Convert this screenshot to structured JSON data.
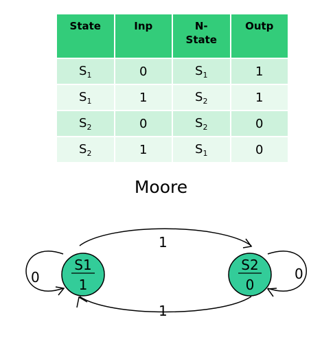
{
  "table": {
    "headers": [
      "State",
      "Inp",
      "N-\nState",
      "Outp"
    ],
    "rows": [
      {
        "state": "S",
        "state_sub": "1",
        "inp": "0",
        "next": "S",
        "next_sub": "1",
        "out": "1"
      },
      {
        "state": "S",
        "state_sub": "1",
        "inp": "1",
        "next": "S",
        "next_sub": "2",
        "out": "1"
      },
      {
        "state": "S",
        "state_sub": "2",
        "inp": "0",
        "next": "S",
        "next_sub": "2",
        "out": "0"
      },
      {
        "state": "S",
        "state_sub": "2",
        "inp": "1",
        "next": "S",
        "next_sub": "1",
        "out": "0"
      }
    ]
  },
  "diagram": {
    "title": "Moore",
    "nodes": [
      {
        "name": "S1",
        "output": "1"
      },
      {
        "name": "S2",
        "output": "0"
      }
    ],
    "edges": {
      "s1_self": "0",
      "s2_self": "0",
      "s1_to_s2": "1",
      "s2_to_s1": "1"
    },
    "colors": {
      "node_fill": "#33cc99",
      "header_fill": "#33cc7a",
      "row_dark": "#cdf2dc",
      "row_light": "#e8f9ee"
    }
  }
}
